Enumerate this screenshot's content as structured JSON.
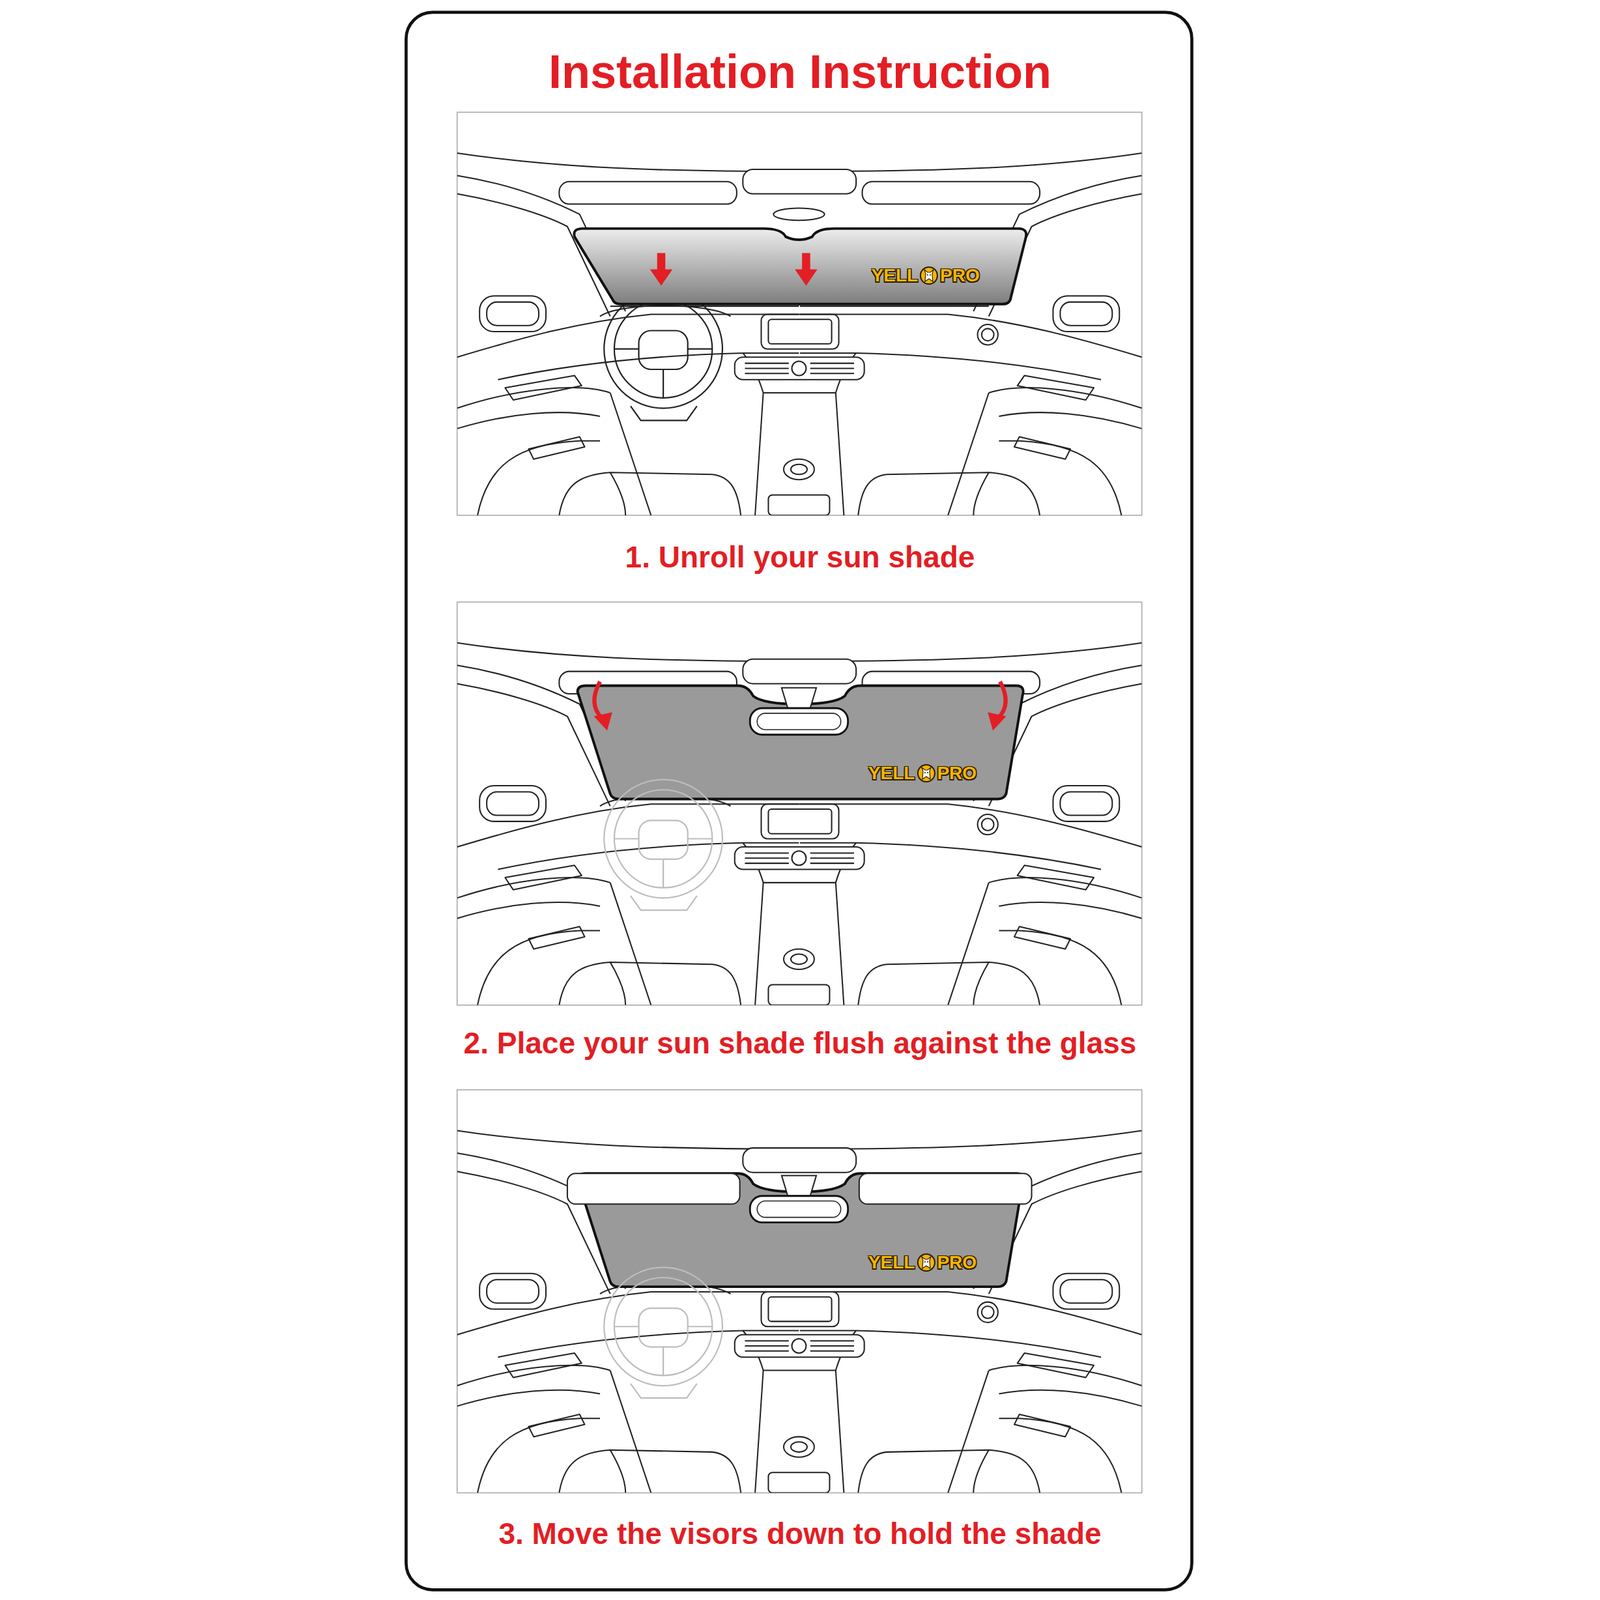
{
  "diagram": {
    "title": "Installation Instruction",
    "labels": [
      "1. Unroll your sun shade",
      "2. Place your sun shade flush against the glass",
      "3. Move the visors down to hold the shade",
      "YELL",
      "PRO",
      "YELL",
      "PRO",
      "YELL",
      "PRO"
    ]
  }
}
